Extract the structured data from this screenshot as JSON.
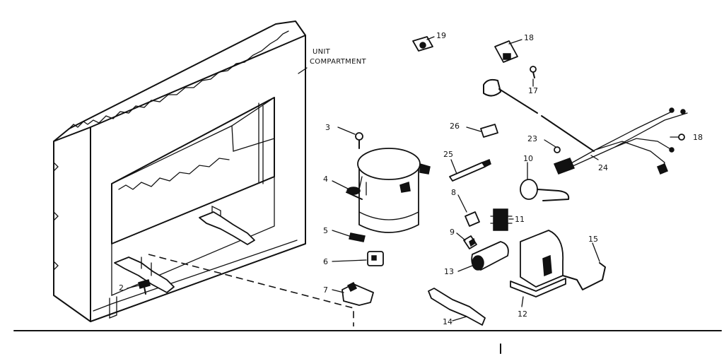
{
  "header": {
    "line1": "UNIT",
    "line2": "COMPARTMENT"
  },
  "callouts": [
    {
      "key": "19",
      "text": "19"
    },
    {
      "key": "18a",
      "text": "18"
    },
    {
      "key": "17",
      "text": "17"
    },
    {
      "key": "26",
      "text": "26"
    },
    {
      "key": "23",
      "text": "23"
    },
    {
      "key": "18b",
      "text": "18"
    },
    {
      "key": "24",
      "text": "24"
    },
    {
      "key": "3",
      "text": "3"
    },
    {
      "key": "25",
      "text": "25"
    },
    {
      "key": "10",
      "text": "10"
    },
    {
      "key": "4",
      "text": "4"
    },
    {
      "key": "8",
      "text": "8"
    },
    {
      "key": "11",
      "text": "11"
    },
    {
      "key": "5",
      "text": "5"
    },
    {
      "key": "9",
      "text": "9"
    },
    {
      "key": "15",
      "text": "15"
    },
    {
      "key": "6",
      "text": "6"
    },
    {
      "key": "13",
      "text": "13"
    },
    {
      "key": "7",
      "text": "7"
    },
    {
      "key": "2",
      "text": "2"
    },
    {
      "key": "12",
      "text": "12"
    },
    {
      "key": "14",
      "text": "14"
    }
  ]
}
